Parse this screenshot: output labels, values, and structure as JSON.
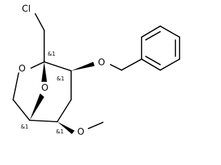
{
  "molecule": {
    "atoms": {
      "chlorine": "Cl",
      "ring_oxygen": "O",
      "bridge_oxygen": "O",
      "benzyloxy_oxygen": "O",
      "methoxy_oxygen": "O"
    },
    "stereo_labels": {
      "c1": "&1",
      "c2": "&1",
      "c4": "&1",
      "c5": "&1"
    }
  }
}
